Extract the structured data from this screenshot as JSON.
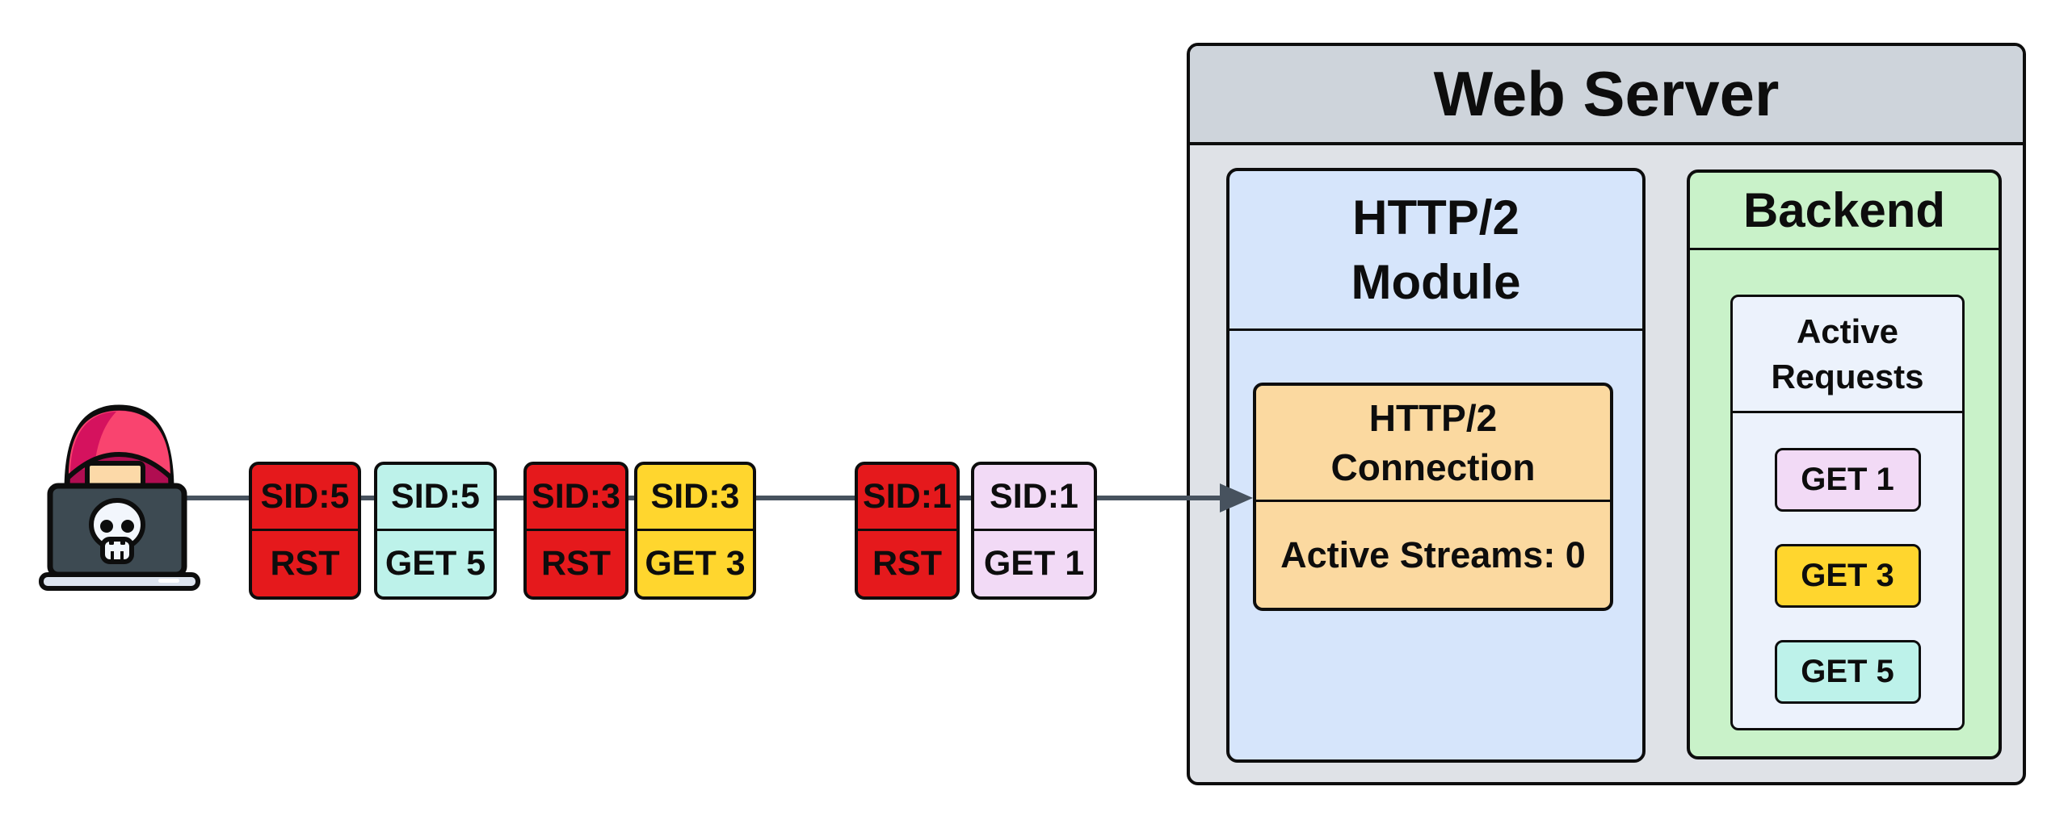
{
  "attacker": {
    "icon": "hacker-laptop-skull-icon"
  },
  "flow": {
    "arrow_color": "#47525e",
    "packets": [
      {
        "sid": "SID:5",
        "frame": "RST",
        "color": "#e5191c"
      },
      {
        "sid": "SID:5",
        "frame": "GET 5",
        "color": "#bdf2ea"
      },
      {
        "sid": "SID:3",
        "frame": "RST",
        "color": "#e5191c"
      },
      {
        "sid": "SID:3",
        "frame": "GET 3",
        "color": "#ffd62e"
      },
      {
        "sid": "SID:1",
        "frame": "RST",
        "color": "#e5191c"
      },
      {
        "sid": "SID:1",
        "frame": "GET 1",
        "color": "#f2daf6"
      }
    ]
  },
  "web_server": {
    "title": "Web Server",
    "header_color": "#ced4db",
    "body_color": "#dfe2e7",
    "http2_module": {
      "title": "HTTP/2\nModule",
      "color": "#d6e5fb",
      "connection_box": {
        "title": "HTTP/2\nConnection",
        "status": "Active Streams: 0",
        "color": "#fbd9a0"
      }
    },
    "backend": {
      "title": "Backend",
      "color": "#c9f2c9",
      "active_requests": {
        "title": "Active\nRequests",
        "color": "#ecf2fc",
        "items": [
          {
            "label": "GET 1",
            "color": "#f2daf6"
          },
          {
            "label": "GET 3",
            "color": "#ffd62e"
          },
          {
            "label": "GET 5",
            "color": "#bdf2ea"
          }
        ]
      }
    }
  }
}
